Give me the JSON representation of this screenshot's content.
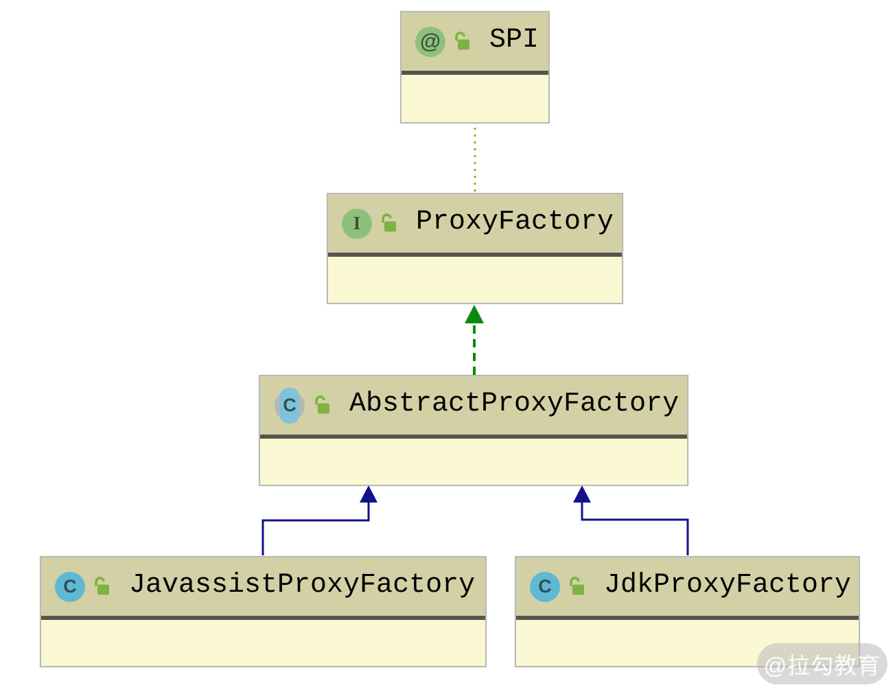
{
  "diagram": {
    "title": "Dubbo ProxyFactory UML class diagram",
    "nodes": [
      {
        "id": "spi",
        "title": "SPI",
        "stereotype": "annotation",
        "visibility": "public",
        "members": []
      },
      {
        "id": "proxy-factory",
        "title": "ProxyFactory",
        "stereotype": "interface",
        "visibility": "public",
        "members": []
      },
      {
        "id": "abstract-proxy-factory",
        "title": "AbstractProxyFactory",
        "stereotype": "abstract-class",
        "visibility": "public",
        "members": []
      },
      {
        "id": "javassist-proxy-factory",
        "title": "JavassistProxyFactory",
        "stereotype": "class",
        "visibility": "public",
        "members": []
      },
      {
        "id": "jdk-proxy-factory",
        "title": "JdkProxyFactory",
        "stereotype": "class",
        "visibility": "public",
        "members": []
      }
    ],
    "edges": [
      {
        "from": "proxy-factory",
        "to": "spi",
        "type": "annotation-dependency",
        "line": "dotted",
        "color": "#a3a32e",
        "arrowhead": "none"
      },
      {
        "from": "abstract-proxy-factory",
        "to": "proxy-factory",
        "type": "realization",
        "line": "dashed",
        "color": "#0a8a0a",
        "arrowhead": "filled-triangle"
      },
      {
        "from": "javassist-proxy-factory",
        "to": "abstract-proxy-factory",
        "type": "generalization",
        "line": "solid",
        "color": "#12128c",
        "arrowhead": "filled-triangle"
      },
      {
        "from": "jdk-proxy-factory",
        "to": "abstract-proxy-factory",
        "type": "generalization",
        "line": "solid",
        "color": "#12128c",
        "arrowhead": "filled-triangle"
      }
    ]
  },
  "icon_letters": {
    "annotation": "@",
    "interface": "I",
    "class": "C"
  },
  "icons": [
    "annotation-icon",
    "interface-icon",
    "class-icon",
    "abstract-class-icon",
    "open-lock-icon"
  ],
  "watermark": {
    "text": "@拉勾教育"
  },
  "colors": {
    "header-bg": "#d3d0a6",
    "body-bg": "#faf8d2",
    "box-border": "#b9b9b9",
    "separator": "#55554c",
    "title-color": "#000000",
    "green-icon-bg": "#8dc17b",
    "green-icon-letter": "#3f513f",
    "blue-icon-bg": "#5fb9d3",
    "blue-icon-letter": "#2f4f5a",
    "gray-icon": "#b6b6b6",
    "abstract-pill": "#7fc3da",
    "lock-green": "#7cb342",
    "edge-annotation": "#a3a32e",
    "edge-realization": "#0a8a0a",
    "edge-generalization": "#12128c",
    "watermark-bg": "rgba(185,185,185,0.55)",
    "watermark-text": "rgba(255,255,255,0.92)"
  }
}
